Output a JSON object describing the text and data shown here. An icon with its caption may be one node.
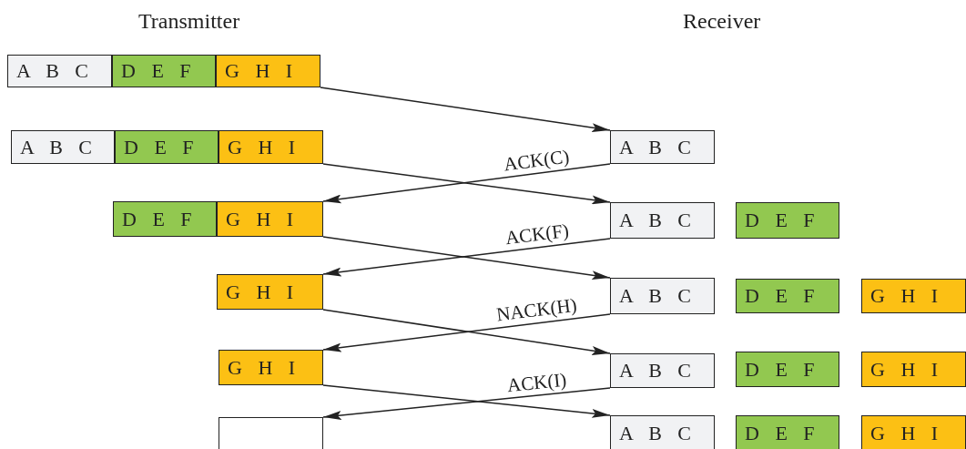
{
  "diagram": {
    "nodes": [
      {
        "text": [
          "A B C"
        ]
      },
      {
        "text": [
          "D E F"
        ]
      },
      {
        "text": [
          "G H I"
        ]
      },
      {
        "text": [
          "A B C"
        ]
      },
      {
        "text": [
          "D E F"
        ]
      },
      {
        "text": [
          "G H I"
        ]
      },
      {
        "text": [
          "A B C"
        ]
      },
      {
        "text": [
          "D E F"
        ]
      },
      {
        "text": [
          "G H I"
        ]
      },
      {
        "text": [
          "A B C"
        ]
      },
      {
        "text": [
          "D E F"
        ]
      },
      {
        "text": [
          "G H I"
        ]
      },
      {
        "text": [
          "A B C"
        ]
      },
      {
        "text": [
          "D E F"
        ]
      },
      {
        "text": [
          "G H I"
        ]
      },
      {
        "text": [
          "G H I"
        ]
      },
      {
        "text": [
          "A B C"
        ]
      },
      {
        "text": [
          "D E F"
        ]
      },
      {
        "text": [
          "G H I"
        ]
      },
      {
        "text": [],
        "shape": "box"
      },
      {
        "text": [
          "A B C"
        ]
      },
      {
        "text": [
          "D E F"
        ]
      },
      {
        "text": [
          "G H I"
        ]
      }
    ],
    "edges": [
      {
        "from": 2,
        "to": 6,
        "arrow": "to"
      },
      {
        "from": 6,
        "to": 8,
        "arrow": "to",
        "label": "ACK(C)"
      },
      {
        "from": 5,
        "to": 9,
        "arrow": "to"
      },
      {
        "from": 9,
        "to": 11,
        "arrow": "to",
        "label": "ACK(F)"
      },
      {
        "from": 8,
        "to": 12,
        "arrow": "to"
      },
      {
        "from": 12,
        "to": 15,
        "arrow": "to",
        "label": "NACK(H)"
      },
      {
        "from": 11,
        "to": 16,
        "arrow": "to"
      },
      {
        "from": 16,
        "to": 19,
        "arrow": "to",
        "label": "ACK(I)"
      },
      {
        "from": 15,
        "to": 20,
        "arrow": "to"
      }
    ],
    "labels": [
      "Transmitter",
      "Receiver"
    ]
  }
}
